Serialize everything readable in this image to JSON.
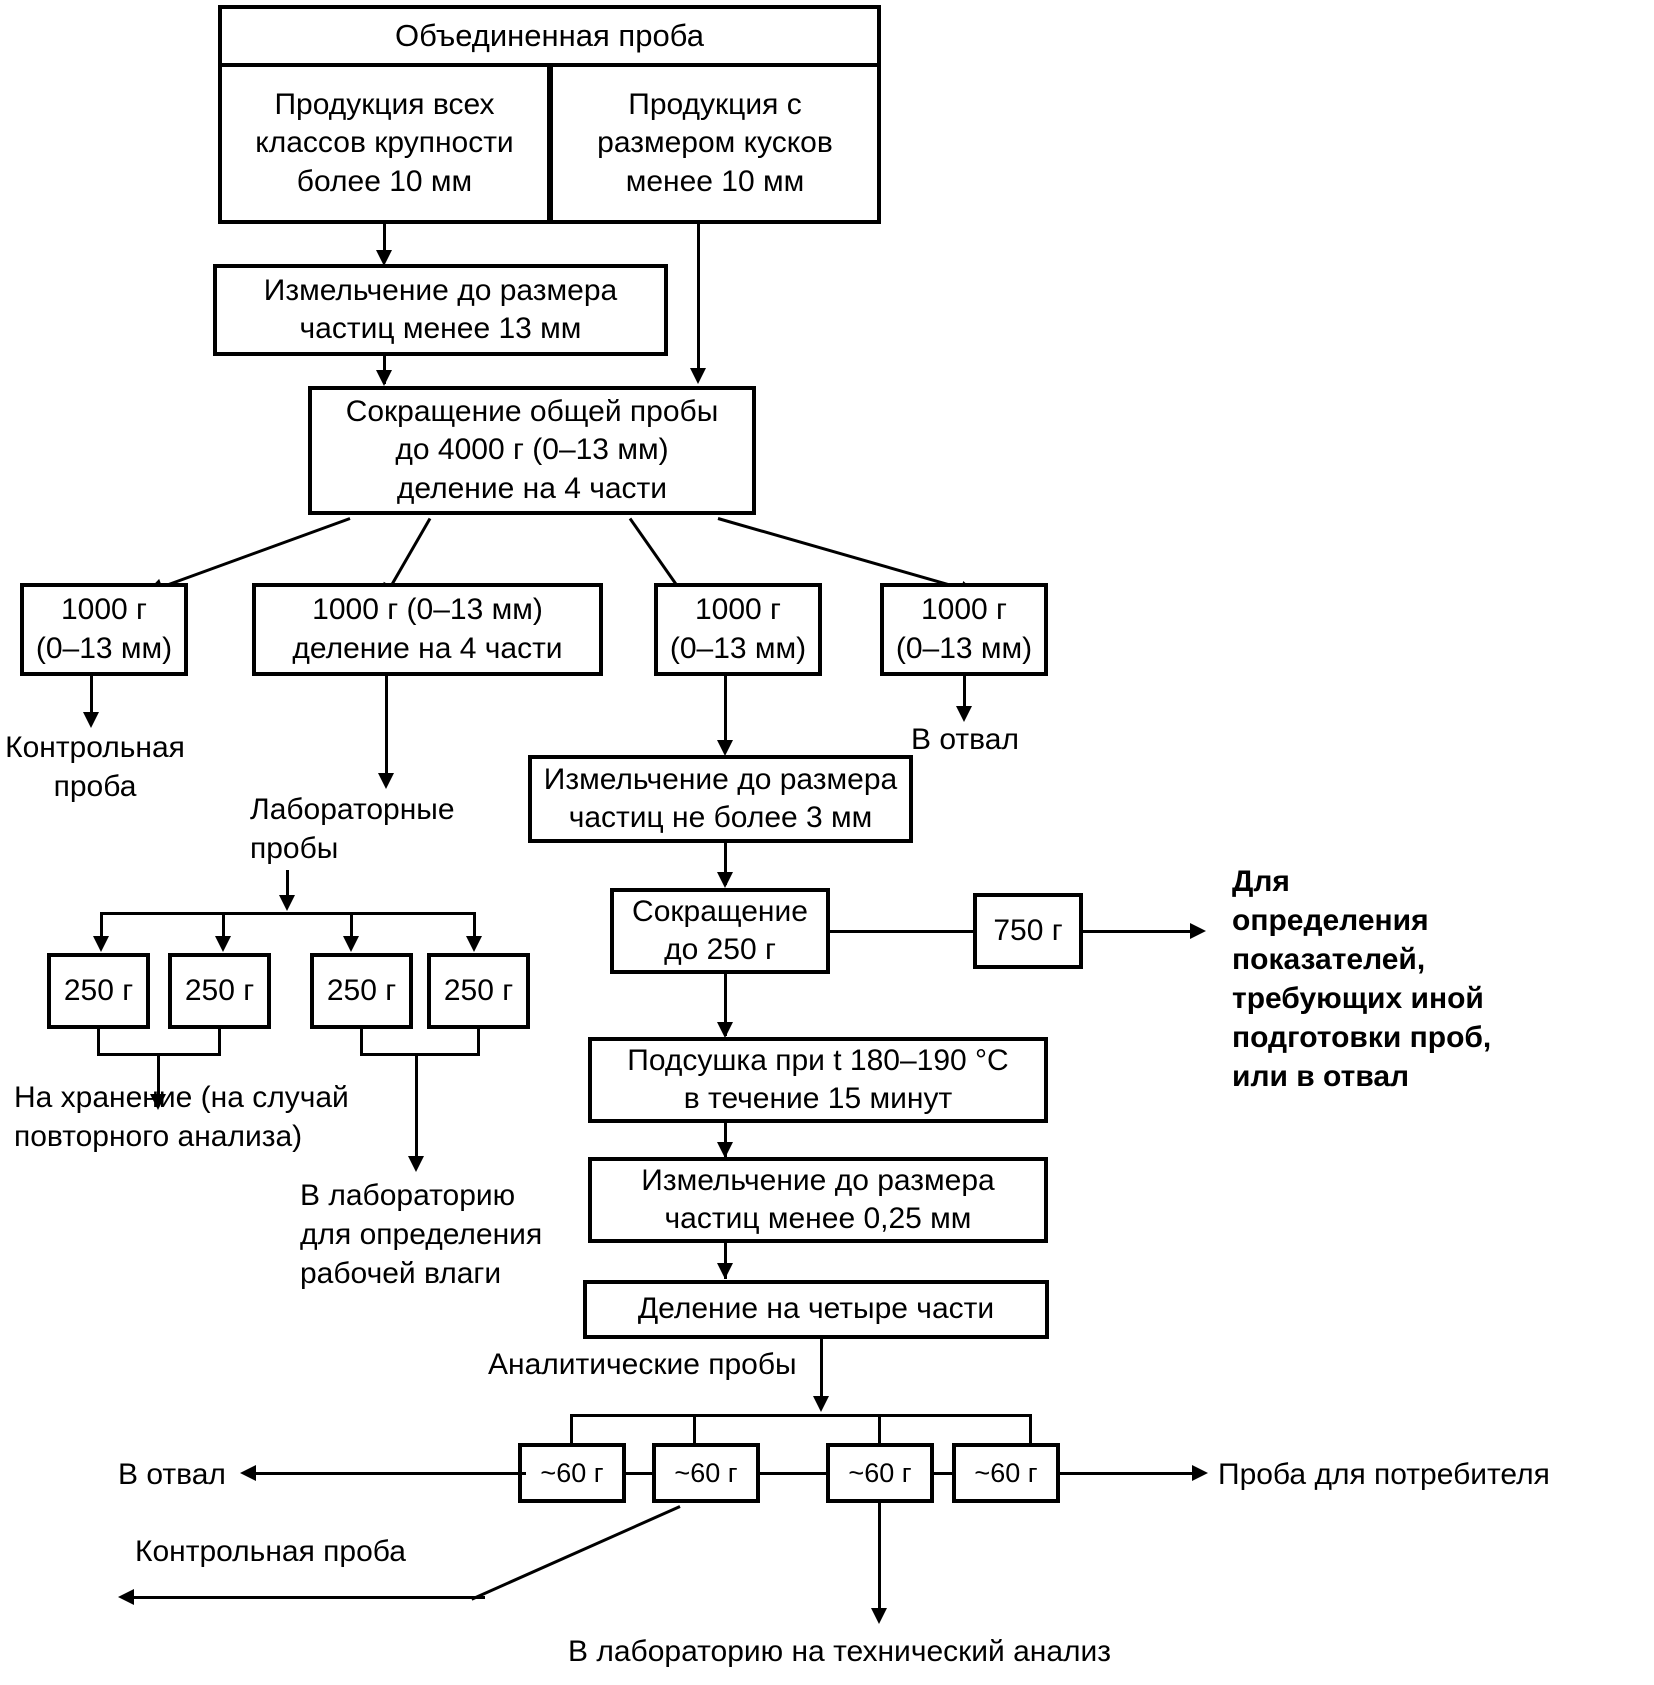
{
  "title": "Схема подготовки объединенной пробы",
  "nodes": {
    "combined_sample": "Объединенная проба",
    "all_classes": "Продукция всех\nклассов крупности\nболее 10 мм",
    "under10": "Продукция с\nразмером кусков\nменее 10 мм",
    "crush13": "Измельчение до размера\nчастиц менее 13 мм",
    "reduce4000": "Сокращение общей пробы\nдо 4000 г (0–13 мм)\nделение на 4 части",
    "q1": "1000 г\n(0–13 мм)",
    "q2": "1000 г (0–13 мм)\nделение на 4 части",
    "q3": "1000 г\n(0–13 мм)",
    "q4": "1000 г\n(0–13 мм)",
    "crush3": "Измельчение до размера\nчастиц не более 3 мм",
    "reduce250": "Сокращение\nдо 250 г",
    "g750": "750 г",
    "dry": "Подсушка при t 180–190  °C\nв течение 15 минут",
    "crush025": "Измельчение до размера\nчастиц менее 0,25 мм",
    "split4": "Деление на четыре части",
    "lab250_1": "250 г",
    "lab250_2": "250 г",
    "lab250_3": "250 г",
    "lab250_4": "250 г",
    "an60_1": "~60 г",
    "an60_2": "~60 г",
    "an60_3": "~60 г",
    "an60_4": "~60 г"
  },
  "labels": {
    "control_sample_top": "Контрольная\nпроба",
    "lab_samples": "Лабораторные\nпробы",
    "to_dump_top": "В отвал",
    "for_other_indicators": "Для\nопределения\nпоказателей,\nтребующих иной\nподготовки проб,\nили в отвал",
    "storage": "На хранение (на случай\nповторного анализа)",
    "lab_moisture": "В лабораторию\nдля определения\nрабочей влаги",
    "analytical_samples": "Аналитические пробы",
    "to_dump_bottom": "В отвал",
    "consumer_sample": "Проба для потребителя",
    "control_sample_bottom": "Контрольная проба",
    "lab_technical": "В лабораторию на технический анализ"
  },
  "colors": {
    "stroke": "#000000",
    "background": "#ffffff"
  }
}
